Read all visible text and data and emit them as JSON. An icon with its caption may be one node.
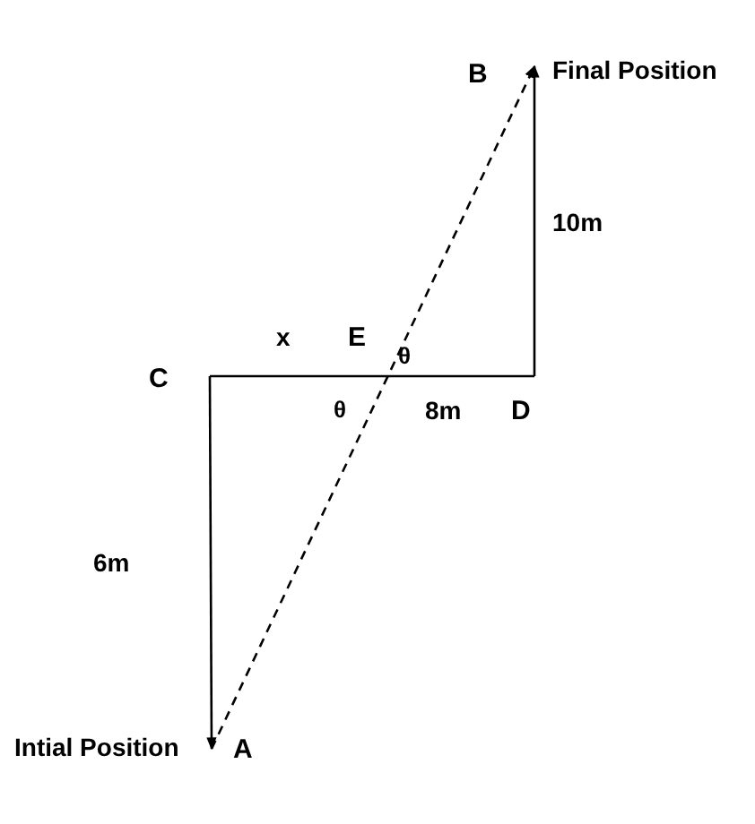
{
  "diagram": {
    "nodes": [
      {
        "text": [
          "B"
        ],
        "beside": [
          "Final Position"
        ]
      },
      {
        "text": [
          "C"
        ]
      },
      {
        "text": [
          "E"
        ]
      },
      {
        "text": [
          "D"
        ]
      },
      {
        "text": [
          "A"
        ],
        "beside": [
          "Intial Position"
        ]
      }
    ],
    "edges": [
      {
        "from": 1,
        "to": 4,
        "arrow": "to",
        "label": "6m"
      },
      {
        "from": 1,
        "to": 2,
        "arrow": "none",
        "label": "x"
      },
      {
        "from": 2,
        "to": 3,
        "arrow": "none",
        "label": "8m"
      },
      {
        "from": 3,
        "to": 0,
        "arrow": "to",
        "label": "10m"
      },
      {
        "from": 4,
        "to": 0,
        "arrow": "to",
        "style": "dashed"
      }
    ],
    "labels": [
      "θ",
      "θ"
    ]
  }
}
